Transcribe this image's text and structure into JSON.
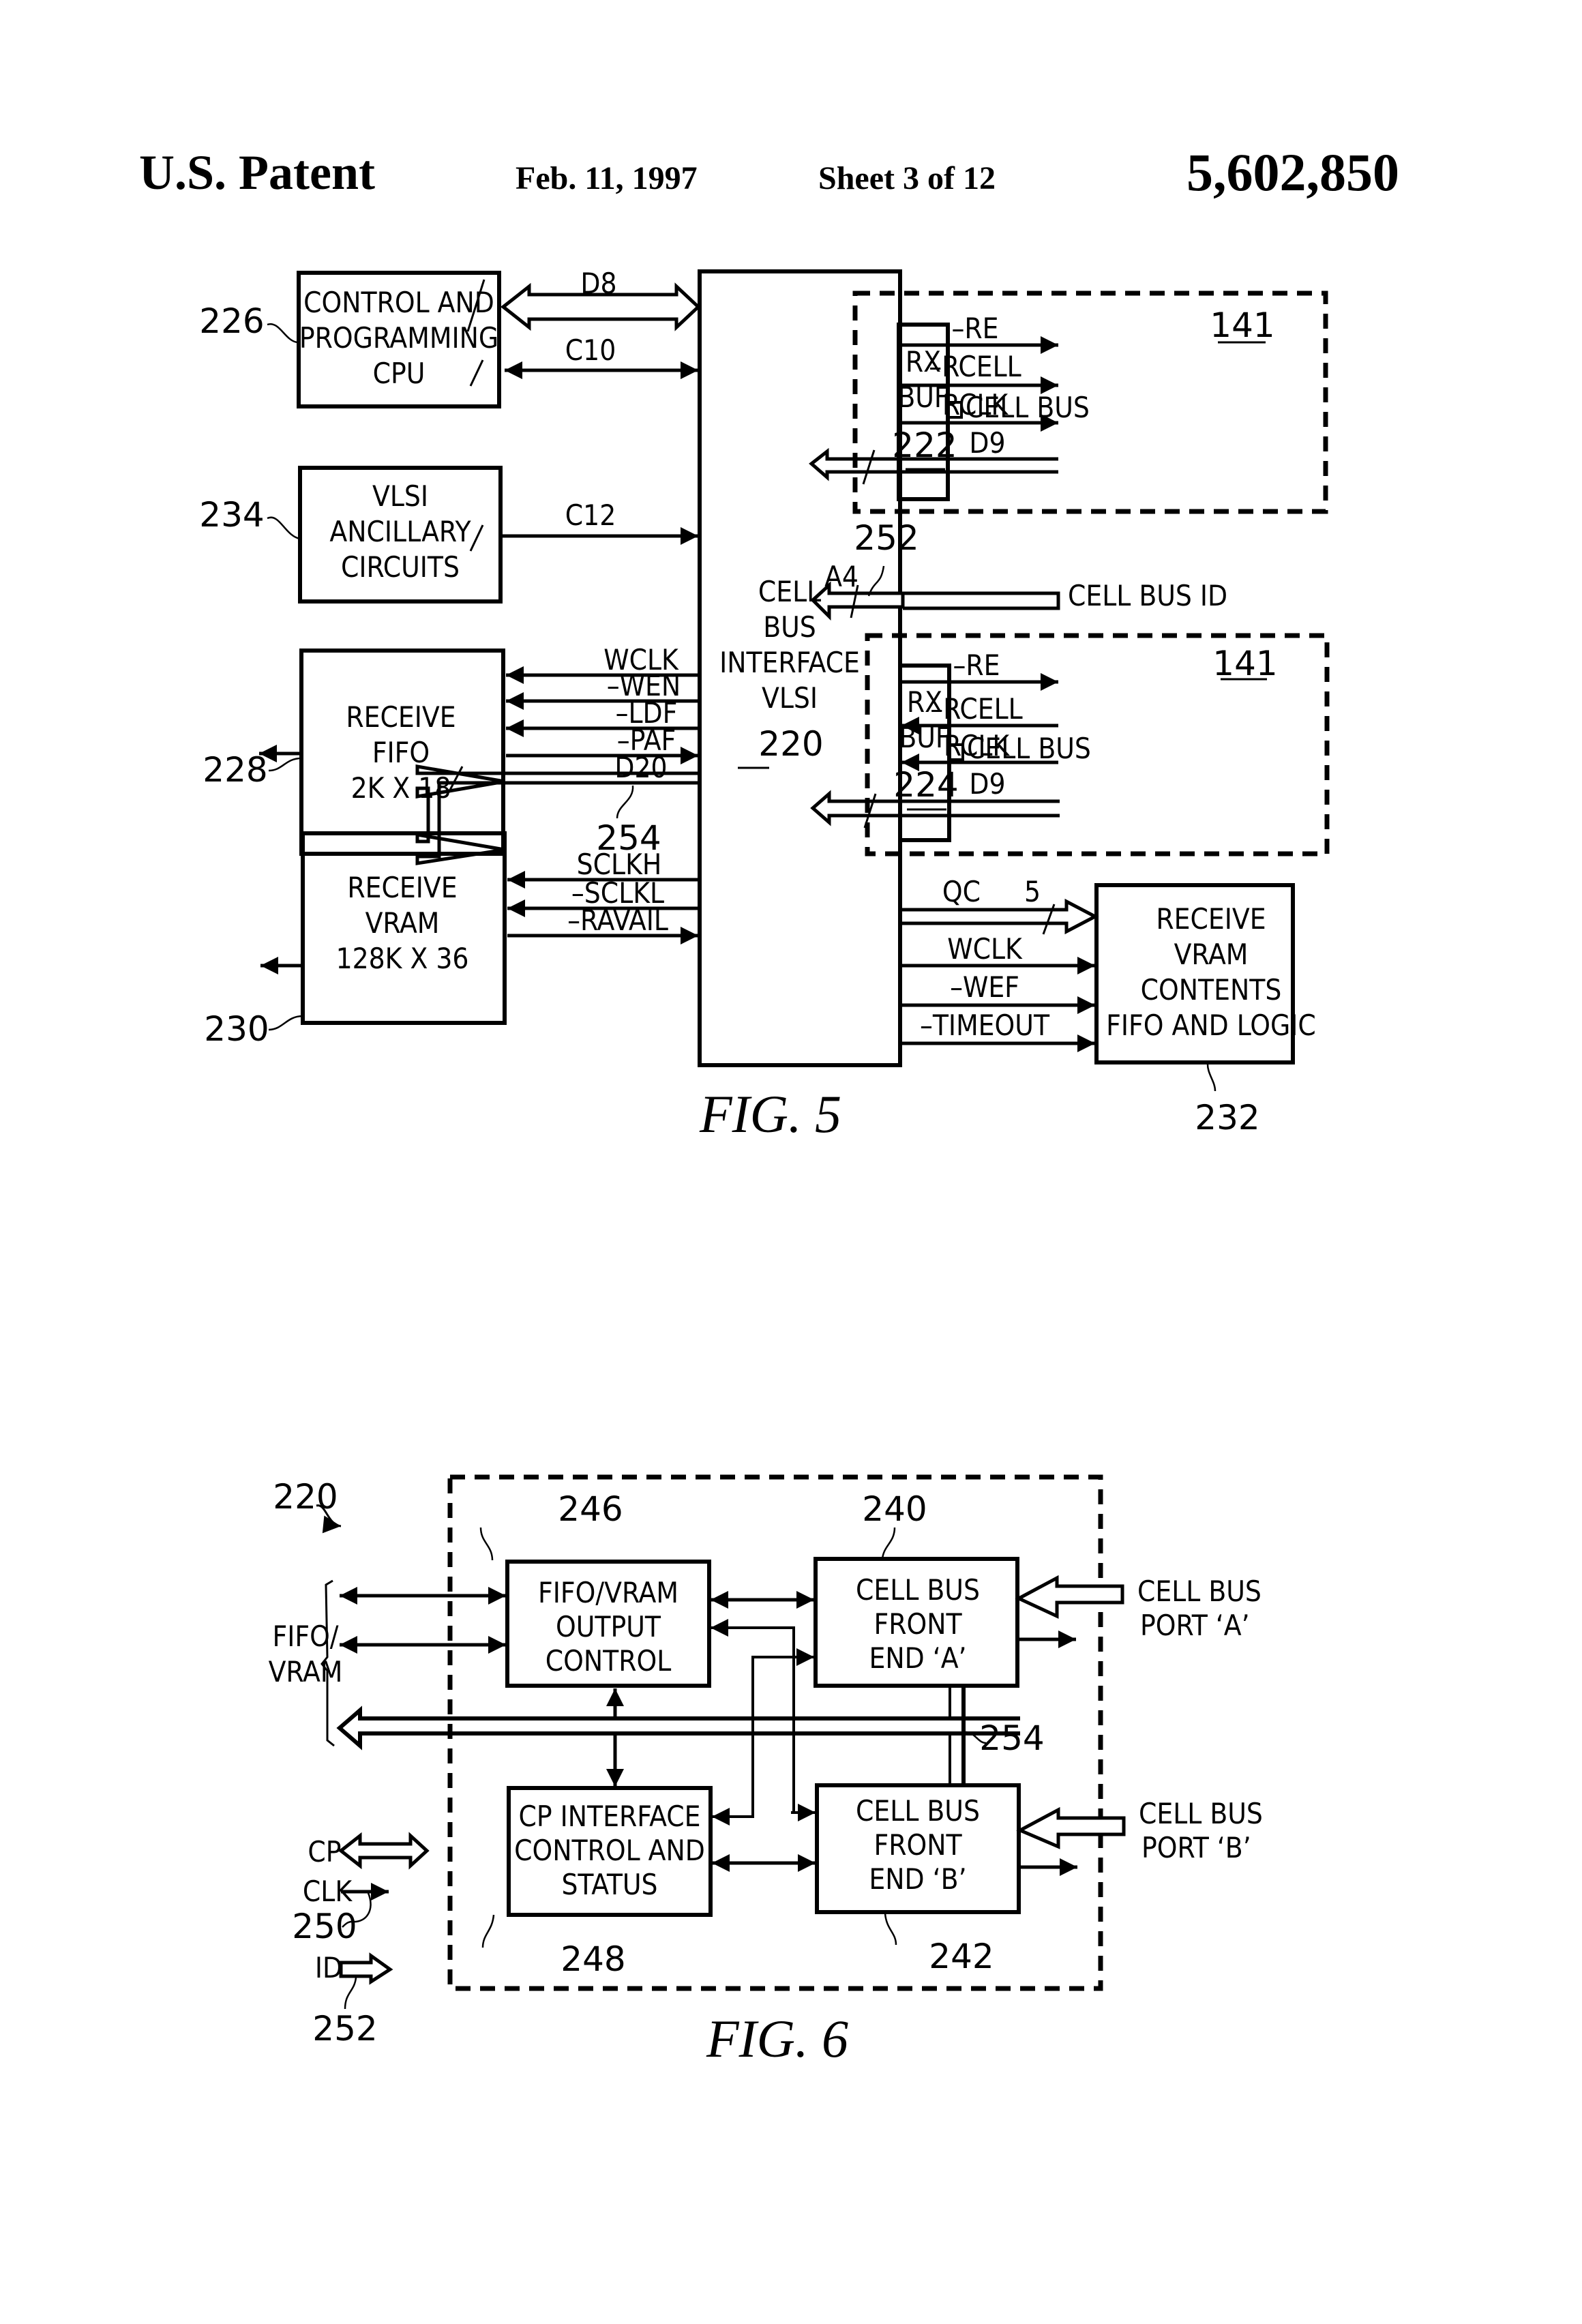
{
  "header": {
    "left": "U.S. Patent",
    "date": "Feb. 11, 1997",
    "sheet": "Sheet 3 of 12",
    "patent_number": "5,602,850"
  },
  "fig5": {
    "caption": "FIG. 5",
    "blocks": {
      "cpu": {
        "lines": [
          "CONTROL AND",
          "PROGRAMMING",
          "CPU"
        ],
        "ref": "226"
      },
      "ancillary": {
        "lines": [
          "VLSI",
          "ANCILLARY",
          "CIRCUITS"
        ],
        "ref": "234"
      },
      "fifo": {
        "lines": [
          "RECEIVE",
          "FIFO",
          "2K X 18"
        ],
        "ref": "228"
      },
      "vram": {
        "lines": [
          "RECEIVE",
          "VRAM",
          "128K X 36"
        ],
        "ref": "230"
      },
      "vlsi": {
        "lines": [
          "CELL",
          "BUS",
          "INTERFACE",
          "VLSI"
        ],
        "ref": "220"
      },
      "rxbuf1": {
        "lines": [
          "RX",
          "BUF"
        ],
        "ref": "222",
        "group_ref": "141",
        "bus_label": "CELL BUS"
      },
      "rxbuf2": {
        "lines": [
          "RX",
          "BUF"
        ],
        "ref": "224",
        "group_ref": "141",
        "bus_label": "CELL BUS"
      },
      "contents": {
        "lines": [
          "RECEIVE",
          "VRAM",
          "CONTENTS",
          "FIFO AND LOGIC"
        ],
        "ref": "232"
      }
    },
    "signals": {
      "d8": "D8",
      "c10": "C10",
      "c12": "C12",
      "wclk": "WCLK",
      "wen": "–WEN",
      "ldf": "–LDF",
      "paf": "–PAF",
      "d20": "D20",
      "bus_ref": "254",
      "sclkh": "SCLKH",
      "sclkl": "–SCLKL",
      "ravail": "–RAVAIL",
      "re": "–RE",
      "rcell": "–RCELL",
      "rclk": "RCLK",
      "d9": "D9",
      "a4": "A4",
      "cell_bus_id": "CELL BUS ID",
      "id_ref": "252",
      "qc": "QC",
      "qc_width": "5",
      "wclk2": "WCLK",
      "wef": "–WEF",
      "timeout": "–TIMEOUT"
    }
  },
  "fig6": {
    "caption": "FIG. 6",
    "ref": "220",
    "blocks": {
      "output_control": {
        "lines": [
          "FIFO/VRAM",
          "OUTPUT",
          "CONTROL"
        ],
        "ref": "246"
      },
      "front_end_a": {
        "lines": [
          "CELL BUS",
          "FRONT",
          "END ‘A’"
        ],
        "ref": "240"
      },
      "cp_interface": {
        "lines": [
          "CP INTERFACE",
          "CONTROL AND",
          "STATUS"
        ],
        "ref": "248"
      },
      "front_end_b": {
        "lines": [
          "CELL BUS",
          "FRONT",
          "END ‘B’"
        ],
        "ref": "242"
      }
    },
    "external": {
      "fifo_vram": [
        "FIFO/",
        "VRAM"
      ],
      "port_a": [
        "CELL BUS",
        "PORT ‘A’"
      ],
      "port_b": [
        "CELL BUS",
        "PORT ‘B’"
      ],
      "cp": "CP",
      "clk": "CLK",
      "clk_ref": "250",
      "id": "ID",
      "id_ref": "252",
      "bus_ref": "254"
    }
  }
}
